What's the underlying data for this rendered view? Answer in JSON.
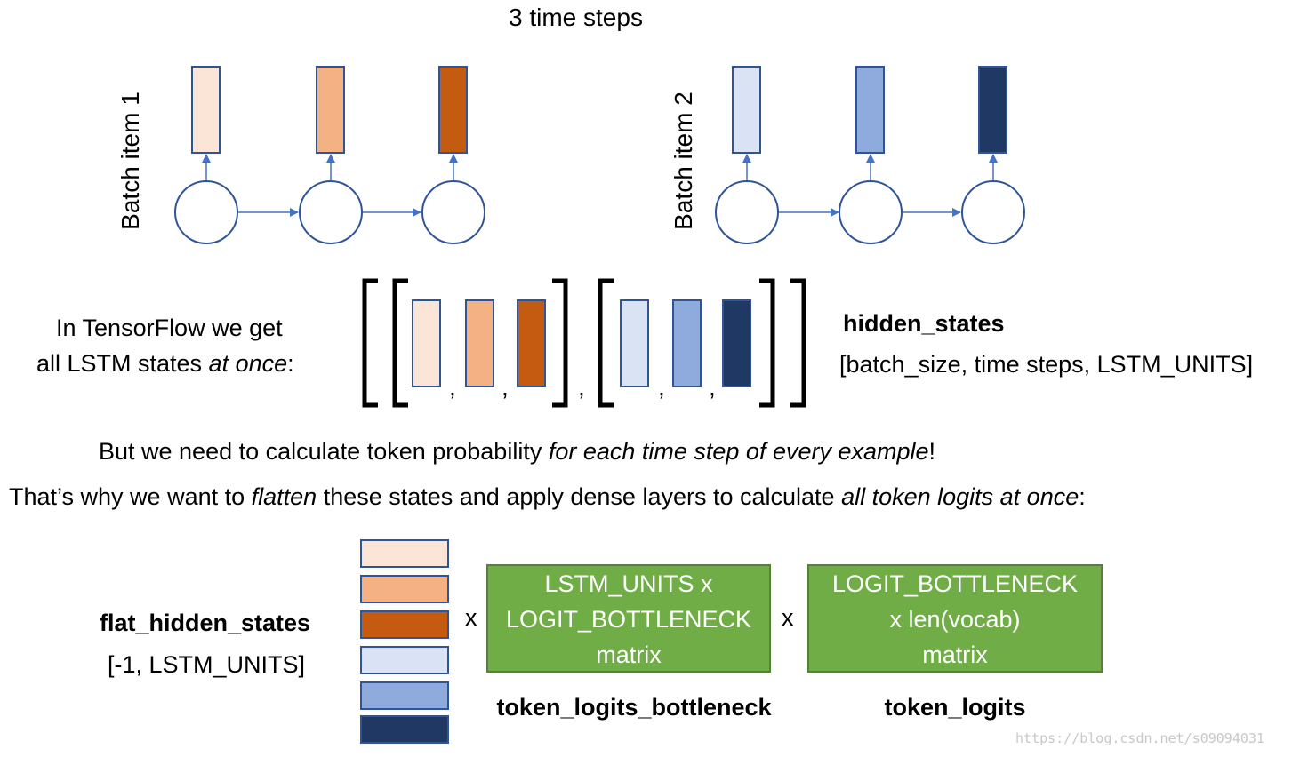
{
  "title": "3 time steps",
  "batch_items": [
    {
      "label": "Batch item 1",
      "colors": [
        "#fbe5d6",
        "#f4b183",
        "#c55a11"
      ]
    },
    {
      "label": "Batch item 2",
      "colors": [
        "#dae3f3",
        "#8faadc",
        "#203864"
      ]
    }
  ],
  "tensorflow_text": {
    "line1": "In TensorFlow we get",
    "line2_prefix": "all LSTM states ",
    "line2_em": "at once",
    "line2_suffix": ":"
  },
  "hidden_states": {
    "name": "hidden_states",
    "shape": "[batch_size, time steps, LSTM_UNITS]"
  },
  "sentence1": {
    "prefix": "But we need to calculate token probability ",
    "em": "for each time step of every example",
    "suffix": "!"
  },
  "sentence2": {
    "p1": "That’s why we want to ",
    "em1": "flatten",
    "p2": " these states and apply dense layers to calculate ",
    "em2": "all token logits at once",
    "p3": ":"
  },
  "flat_hidden_states": {
    "name": "flat_hidden_states",
    "shape": "[-1, LSTM_UNITS]"
  },
  "operators": {
    "times1": "x",
    "times2": "x"
  },
  "matrix1": {
    "line1": "LSTM_UNITS x",
    "line2": "LOGIT_BOTTLENECK",
    "line3": "matrix",
    "caption": "token_logits_bottleneck"
  },
  "matrix2": {
    "line1": "LOGIT_BOTTLENECK",
    "line2": "x len(vocab)",
    "line3": "matrix",
    "caption": "token_logits"
  },
  "colors": {
    "green_fill": "#70ad47",
    "green_border": "#548235",
    "node_stroke": "#2f5597",
    "arrow": "#4472c4",
    "bracket": "#000000"
  },
  "watermark": "https://blog.csdn.net/s09094031"
}
